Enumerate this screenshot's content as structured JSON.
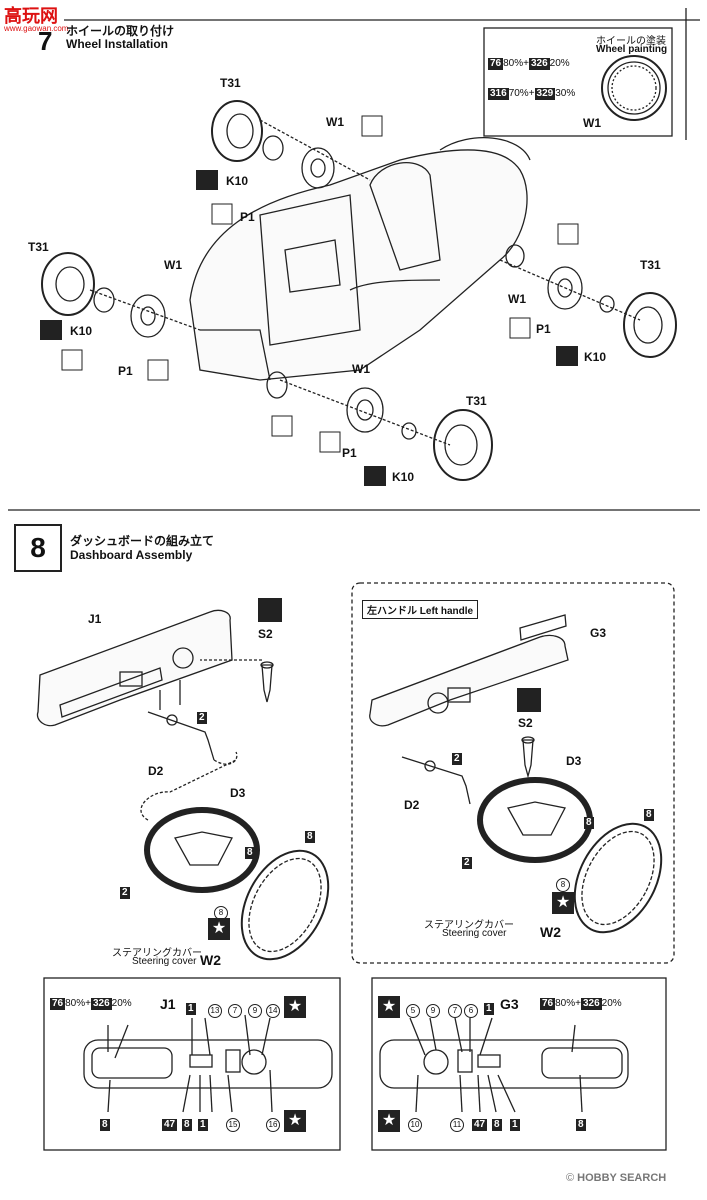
{
  "watermark": {
    "logo_text": "高玩网",
    "site": "www.gaowan.com"
  },
  "section7": {
    "number": "7",
    "title_jp": "ホイールの取り付け",
    "title_en": "Wheel Installation",
    "painting": {
      "title_jp": "ホイールの塗装",
      "title_en": "Wheel painting",
      "mix1": {
        "c1": "76",
        "p1": "80%",
        "plus": "+",
        "c2": "326",
        "p2": "20%"
      },
      "mix2": {
        "c1": "316",
        "p1": "70%",
        "plus": "+",
        "c2": "329",
        "p2": "30%"
      },
      "part": "W1"
    },
    "parts": [
      "T31",
      "W1",
      "K10",
      "P1",
      "T31",
      "W1",
      "K10",
      "P1",
      "T31",
      "W1",
      "P1",
      "K10",
      "W1",
      "P1",
      "K10",
      "T31"
    ]
  },
  "section8": {
    "number": "8",
    "title_jp": "ダッシュボードの組み立て",
    "title_en": "Dashboard Assembly",
    "left": {
      "J1": "J1",
      "S2": "S2",
      "D2": "D2",
      "D3": "D3",
      "W2": "W2",
      "cover_jp": "ステアリングカバー",
      "cover_en": "Steering cover",
      "n2a": "2",
      "n2b": "2",
      "n8a": "8",
      "n8b": "8",
      "c8": "8"
    },
    "right": {
      "title_jp": "左ハンドル",
      "title_en": "Left handle",
      "G3": "G3",
      "S2": "S2",
      "D2": "D2",
      "D3": "D3",
      "W2": "W2",
      "cover_jp": "ステアリングカバー",
      "cover_en": "Steering cover",
      "n2a": "2",
      "n2b": "2",
      "n8a": "8",
      "n8b": "8",
      "c8": "8"
    },
    "panel_left": {
      "mix": {
        "c1": "76",
        "p1": "80%",
        "plus": "+",
        "c2": "326",
        "p2": "20%"
      },
      "part": "J1",
      "top": [
        "1",
        "13",
        "7",
        "9",
        "14"
      ],
      "bottom": [
        "8",
        "47",
        "8",
        "1",
        "15",
        "16"
      ]
    },
    "panel_right": {
      "mix": {
        "c1": "76",
        "p1": "80%",
        "plus": "+",
        "c2": "326",
        "p2": "20%"
      },
      "part": "G3",
      "top": [
        "5",
        "9",
        "7",
        "6",
        "1"
      ],
      "bottom": [
        "10",
        "11",
        "47",
        "8",
        "1",
        "8"
      ]
    }
  },
  "footer": {
    "brand": "HOBBY SEARCH",
    "copyright": "©"
  }
}
